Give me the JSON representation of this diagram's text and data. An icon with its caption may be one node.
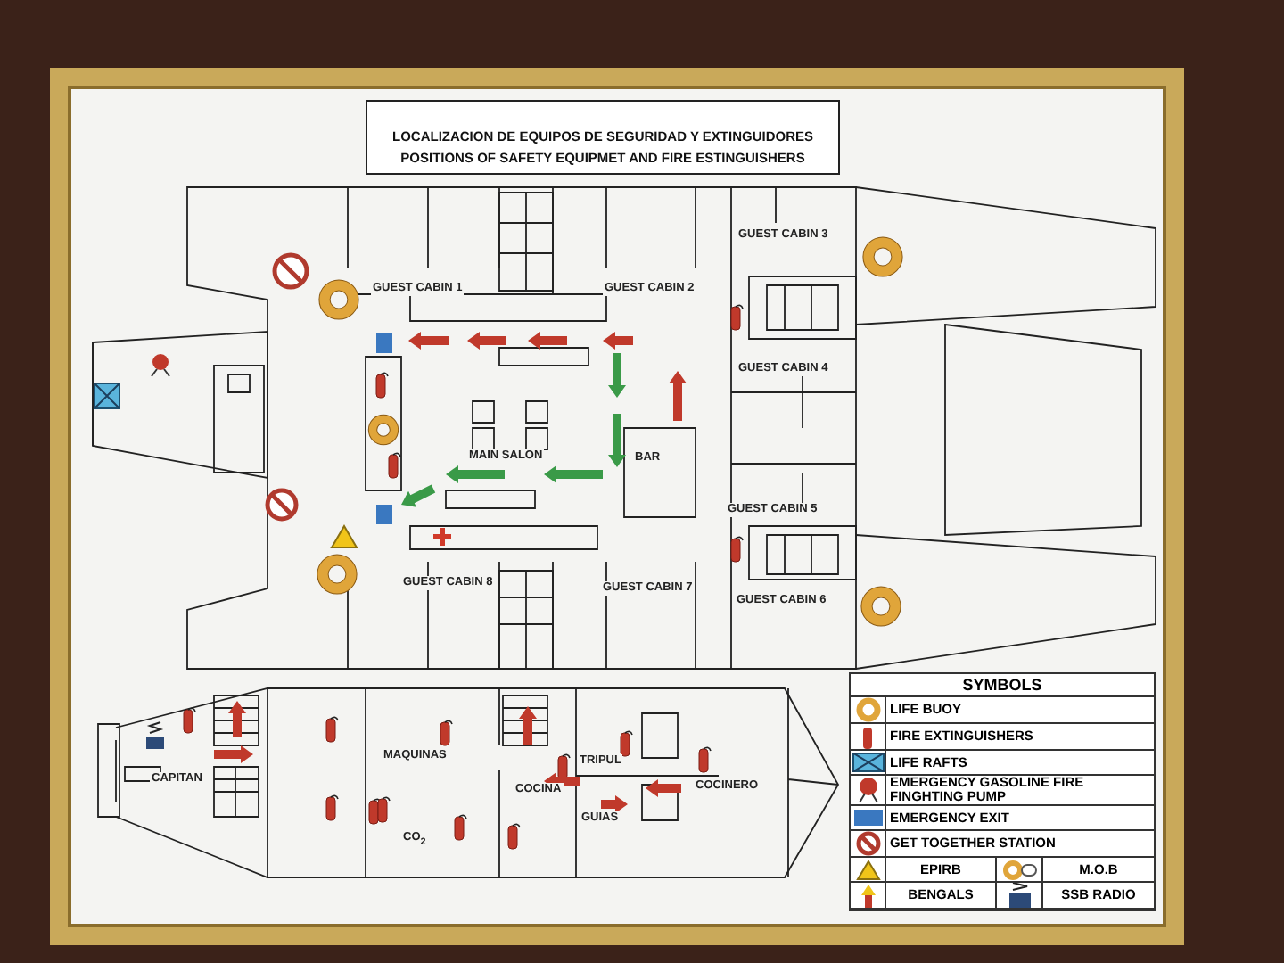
{
  "diagram": {
    "title": "LOCALIZACION DE EQUIPOS DE SEGURIDAD Y EXTINGUIDORES",
    "labels": [
      "POSITIONS OF SAFETY EQUIPMET AND FIRE ESTINGUISHERS",
      "GUEST CABIN 3",
      "GUEST CABIN 1",
      "GUEST CABIN 2",
      "GUEST CABIN 4",
      "MAIN SALON",
      "BAR",
      "GUEST CABIN 5",
      "GUEST CABIN 8",
      "GUEST CABIN 7",
      "GUEST CABIN 6",
      "CAPITAN",
      "MAQUINAS",
      "TRIPUL",
      "COCINA",
      "COCINERO",
      "GUIAS",
      "CO$_{2}$",
      "SYMBOLS"
    ],
    "legend": [
      {
        "text": "LIFE BUOY"
      },
      {
        "text": "FIRE EXTINGUISHERS"
      },
      {
        "text": "LIFE RAFTS"
      },
      {
        "text": "EMERGENCY GASOLINE FIRE FINGHTING PUMP"
      },
      {
        "text": "EMERGENCY EXIT",
        "color": "#3a78c0"
      },
      {
        "text": "GET TOGETHER STATION"
      },
      {
        "text": "EPIRB"
      },
      {
        "text": "M.O.B"
      },
      {
        "text": "BENGALS"
      },
      {
        "text": "SSB RADIO"
      }
    ]
  }
}
